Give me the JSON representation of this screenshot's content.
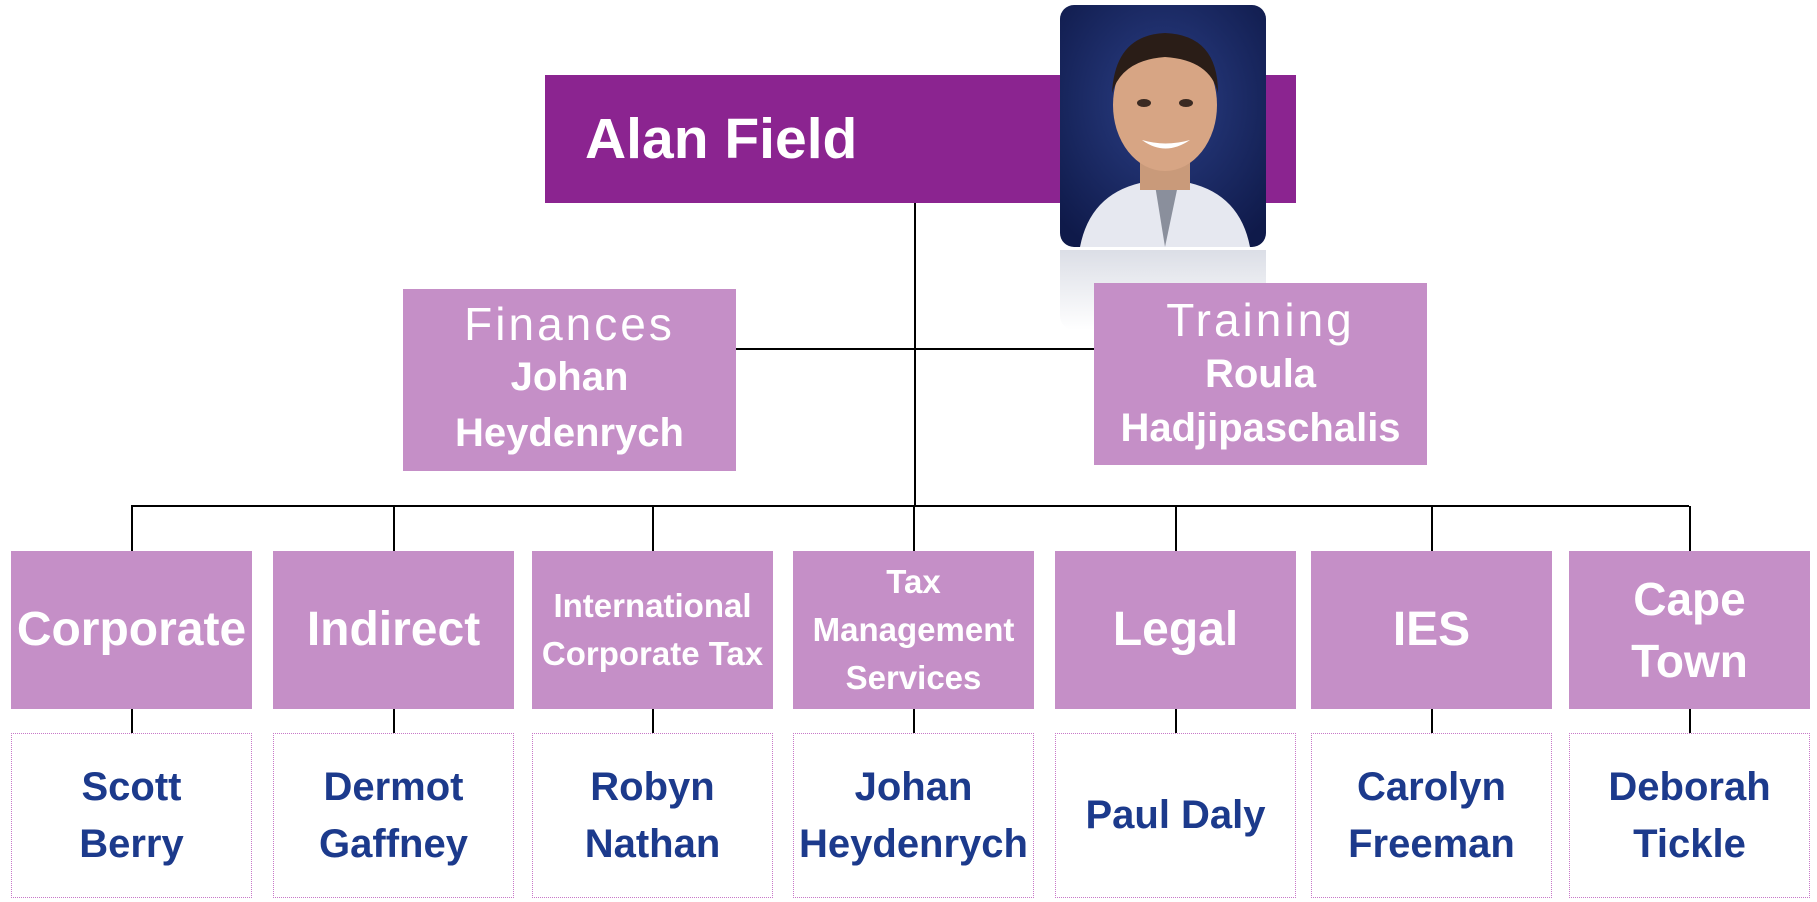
{
  "top": {
    "name": "Alan Field"
  },
  "finances": {
    "dept": "Finances",
    "name": "Johan Heydenrych"
  },
  "training": {
    "dept": "Training",
    "name_line1": "Roula",
    "name_line2": "Hadjipaschalis"
  },
  "units": [
    {
      "label_lines": [
        "Corporate"
      ],
      "leader": "Scott Berry"
    },
    {
      "label_lines": [
        "Indirect"
      ],
      "leader": "Dermot Gaffney"
    },
    {
      "label_lines": [
        "International",
        "Corporate Tax"
      ],
      "leader": "Robyn Nathan"
    },
    {
      "label_lines": [
        "Tax",
        "Management",
        "Services"
      ],
      "leader": "Johan Heydenrych"
    },
    {
      "label_lines": [
        "Legal"
      ],
      "leader": "Paul Daly"
    },
    {
      "label_lines": [
        "IES"
      ],
      "leader": "Carolyn Freeman"
    },
    {
      "label_lines": [
        "Cape",
        "Town"
      ],
      "leader": "Deborah Tickle"
    }
  ],
  "colors": {
    "top": "#8b2490",
    "unit": "#c58fc7",
    "leader_text": "#1c3a8c"
  }
}
